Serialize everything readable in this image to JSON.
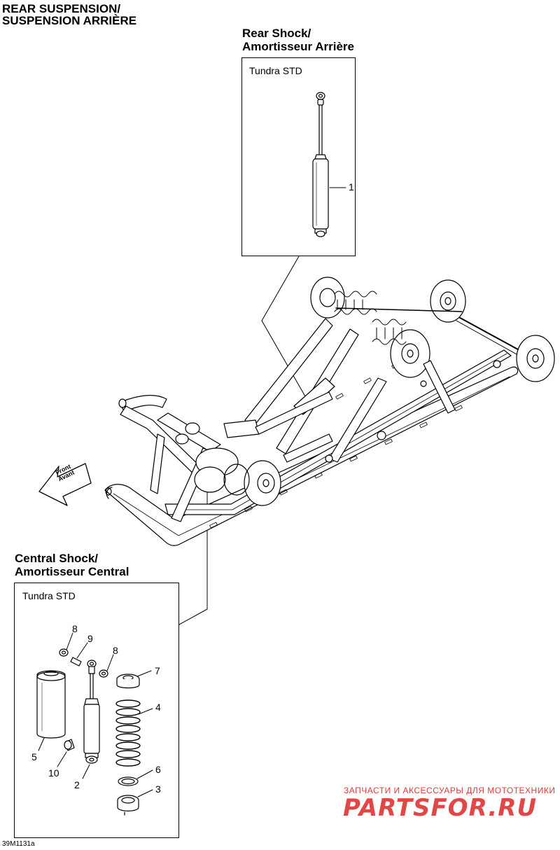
{
  "page": {
    "title_line1": "REAR SUSPENSION/",
    "title_line2": "SUSPENSION ARRIÈRE",
    "drawing_code": "39M1131a"
  },
  "rear_shock": {
    "header_line1": "Rear Shock/",
    "header_line2": "Amortisseur Arrière",
    "model": "Tundra STD",
    "callouts": [
      "1"
    ]
  },
  "central_shock": {
    "header_line1": "Central Shock/",
    "header_line2": "Amortisseur Central",
    "model": "Tundra STD",
    "callouts": [
      "8",
      "9",
      "8",
      "7",
      "4",
      "5",
      "10",
      "2",
      "6",
      "3"
    ]
  },
  "front_arrow": {
    "line1": "Front",
    "line2": "Avant"
  },
  "watermark": {
    "tagline": "ЗАПЧАСТИ И АКСЕССУАРЫ ДЛЯ МОТОТЕХНИКИ",
    "brand": "PARTSFOR.RU"
  },
  "colors": {
    "line": "#000000",
    "watermark": "#e04848"
  }
}
